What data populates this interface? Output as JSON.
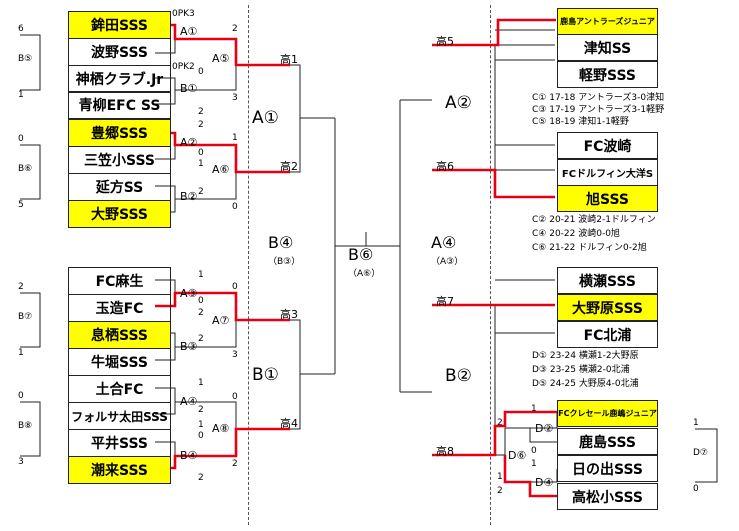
{
  "left_teams": [
    {
      "name": "鉾田SSS",
      "hl": true
    },
    {
      "name": "波野SSS",
      "hl": false
    },
    {
      "name": "神栖クラブ.Jr",
      "hl": false
    },
    {
      "name": "青柳EFC SS",
      "hl": false
    },
    {
      "name": "豊郷SSS",
      "hl": true
    },
    {
      "name": "三笠小SSS",
      "hl": false
    },
    {
      "name": "延方SS",
      "hl": false
    },
    {
      "name": "大野SSS",
      "hl": true
    },
    {
      "name": "FC麻生",
      "hl": false
    },
    {
      "name": "玉造FC",
      "hl": false
    },
    {
      "name": "息栖SSS",
      "hl": true
    },
    {
      "name": "牛堀SSS",
      "hl": false
    },
    {
      "name": "土合FC",
      "hl": false
    },
    {
      "name": "フォルサ太田SSS",
      "hl": false
    },
    {
      "name": "平井SSS",
      "hl": false
    },
    {
      "name": "潮来SSS",
      "hl": true
    }
  ],
  "right_teams": [
    {
      "name": "鹿島アントラーズジュニア",
      "hl": true
    },
    {
      "name": "津知SS",
      "hl": false
    },
    {
      "name": "軽野SSS",
      "hl": false
    },
    {
      "name": "FC波崎",
      "hl": false
    },
    {
      "name": "FCドルフィン大洋S",
      "hl": false
    },
    {
      "name": "旭SSS",
      "hl": true
    },
    {
      "name": "横瀬SSS",
      "hl": false
    },
    {
      "name": "大野原SSS",
      "hl": true
    },
    {
      "name": "FC北浦",
      "hl": false
    },
    {
      "name": "FCクレセール鹿嶋ジュニア",
      "hl": true
    },
    {
      "name": "鹿島SSS",
      "hl": false
    },
    {
      "name": "日の出SSS",
      "hl": false
    },
    {
      "name": "高松小SSS",
      "hl": false
    }
  ],
  "side_boxes": [
    {
      "label": "B⑤",
      "top": "6",
      "bottom": "1"
    },
    {
      "label": "B⑥",
      "top": "0",
      "bottom": "5"
    },
    {
      "label": "B⑦",
      "top": "2",
      "bottom": "1"
    },
    {
      "label": "B⑧",
      "top": "0",
      "bottom": "3"
    },
    {
      "label": "D⑦",
      "top": "1",
      "bottom": "0"
    }
  ],
  "match_labels": {
    "a1": "A①",
    "a5": "A⑤",
    "b1s": "B①",
    "a2": "A②",
    "a6": "A⑥",
    "b2s": "B②",
    "a3": "A③",
    "a7": "A⑦",
    "b3s": "B③",
    "a4": "A④",
    "a8": "A⑧",
    "b4s": "B④",
    "d2": "D②",
    "d6": "D⑥",
    "d4": "D④"
  },
  "scores": {
    "pk3": "0PK3",
    "pk2": "0PK2",
    "s_a1_b": "2",
    "s_a5_t": "2",
    "s_a5_b": "0",
    "s_b1_b": "3",
    "s_a2_t": "2",
    "s_a2_b": "0",
    "s_a6_t": "1",
    "s_a6_b": "1",
    "s_b2_t": "2",
    "s_b2_b": "0",
    "s_a3_t": "1",
    "s_a3_b": "0",
    "s_a7_t": "0",
    "s_a7_b": "2",
    "s_b3_b": "3",
    "s_b3_t": "2",
    "s_a4_t": "1",
    "s_a4_b": "2",
    "s_a8_t": "0",
    "s_a8_b": "1",
    "s_b4_t": "2",
    "s_b4_b": "2",
    "s_a4_top": "0",
    "s_d2_t": "1",
    "s_d2_b": "0",
    "s_d6_t": "2",
    "s_d6_b": "1",
    "s_d4_b": "2",
    "s_d4_t": "1"
  },
  "bracket_labels": {
    "hi1": "高1",
    "hi2": "高2",
    "hi3": "高3",
    "hi4": "高4",
    "hi5": "高5",
    "hi6": "高6",
    "hi7": "高7",
    "hi8": "高8",
    "big_a1": "A①",
    "big_b4": "B④",
    "sub_b4": "（B③）",
    "big_b6": "B⑥",
    "sub_b6": "（A⑥）",
    "big_b1": "B①",
    "big_a2": "A②",
    "big_a4": "A④",
    "sub_a4": "（A③）",
    "big_b2": "B②"
  },
  "results": {
    "c1": "C①  17-18  アントラーズ3-0津知",
    "c3": "C③  17-19  アントラーズ3-1軽野",
    "c5": "C⑤  18-19  津知1-1軽野",
    "c2": "C②  20-21  波崎2-1ドルフィン",
    "c4": "C④  20-22  波崎0-0旭",
    "c6": "C⑥  21-22  ドルフィン0-2旭",
    "d1": "D①  23-24  横瀬1-2大野原",
    "d3": "D③  23-25  横瀬2-0北浦",
    "d5": "D⑤  24-25  大野原4-0北浦"
  },
  "colors": {
    "highlight": "#ffff00",
    "winner_line": "#e60012",
    "line": "#222222"
  }
}
